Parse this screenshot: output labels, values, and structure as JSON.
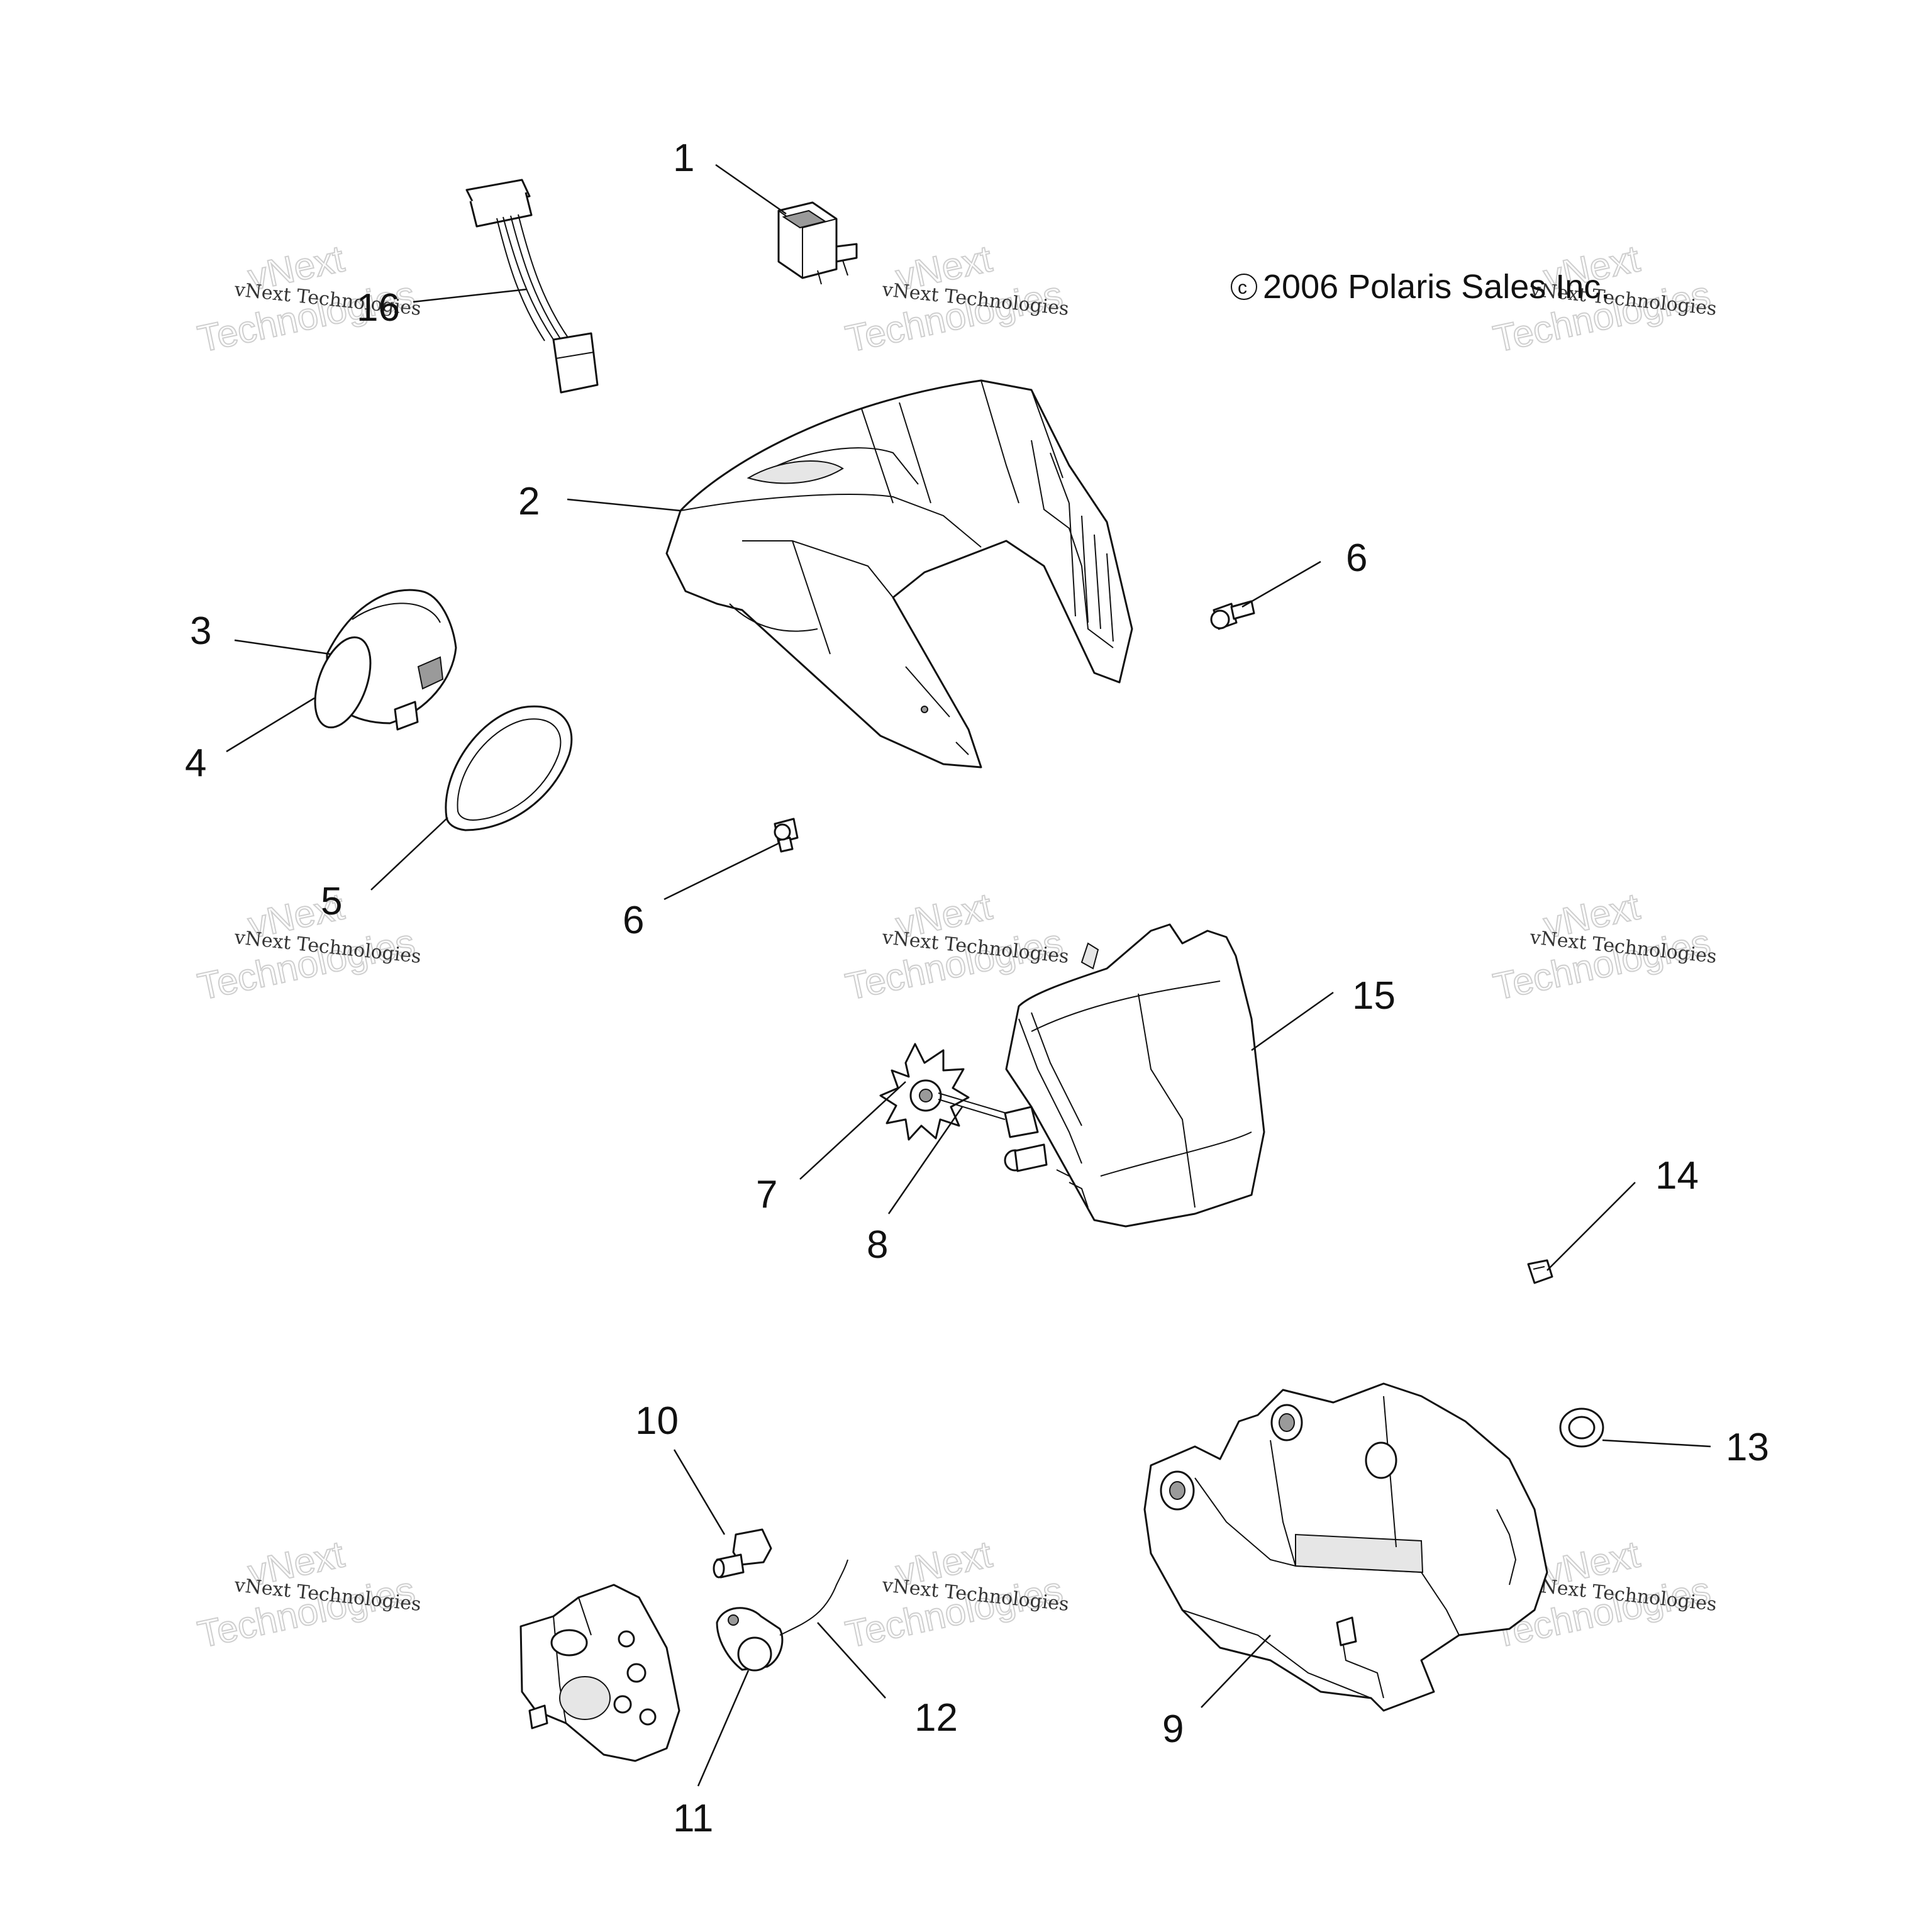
{
  "copyright": {
    "symbol": "c",
    "text": "2006 Polaris Sales Inc."
  },
  "callouts": [
    "1",
    "2",
    "3",
    "4",
    "5",
    "6",
    "6",
    "7",
    "8",
    "9",
    "10",
    "11",
    "12",
    "13",
    "14",
    "15",
    "16"
  ],
  "watermark": {
    "line_small": "vNext Technologies",
    "line_top": "vNext",
    "line_bottom": "Technologies"
  }
}
